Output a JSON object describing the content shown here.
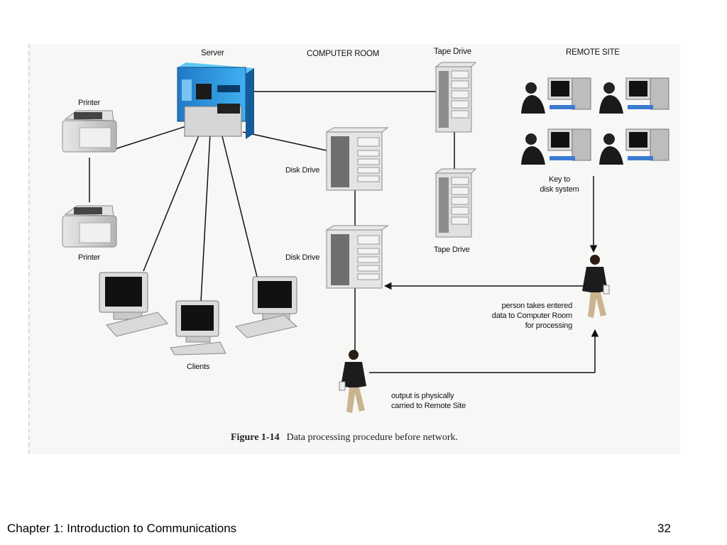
{
  "labels": {
    "server": "Server",
    "computer_room": "COMPUTER ROOM",
    "tape_drive_top": "Tape Drive",
    "remote_site": "REMOTE SITE",
    "printer_top": "Printer",
    "printer_bottom": "Printer",
    "disk_drive_top": "Disk Drive",
    "disk_drive_bottom": "Disk Drive",
    "tape_drive_bottom": "Tape Drive",
    "key_to_disk_line1": "Key to",
    "key_to_disk_line2": "disk system",
    "person_takes_line1": "person takes entered",
    "person_takes_line2": "data to Computer Room",
    "person_takes_line3": "for processing",
    "clients": "Clients",
    "output_line1": "output is physically",
    "output_line2": "carried to Remote Site"
  },
  "caption": {
    "figure_number": "Figure 1-14",
    "text": "Data processing procedure before network."
  },
  "footer": {
    "chapter": "Chapter 1:  Introduction to Communications",
    "page": "32"
  }
}
